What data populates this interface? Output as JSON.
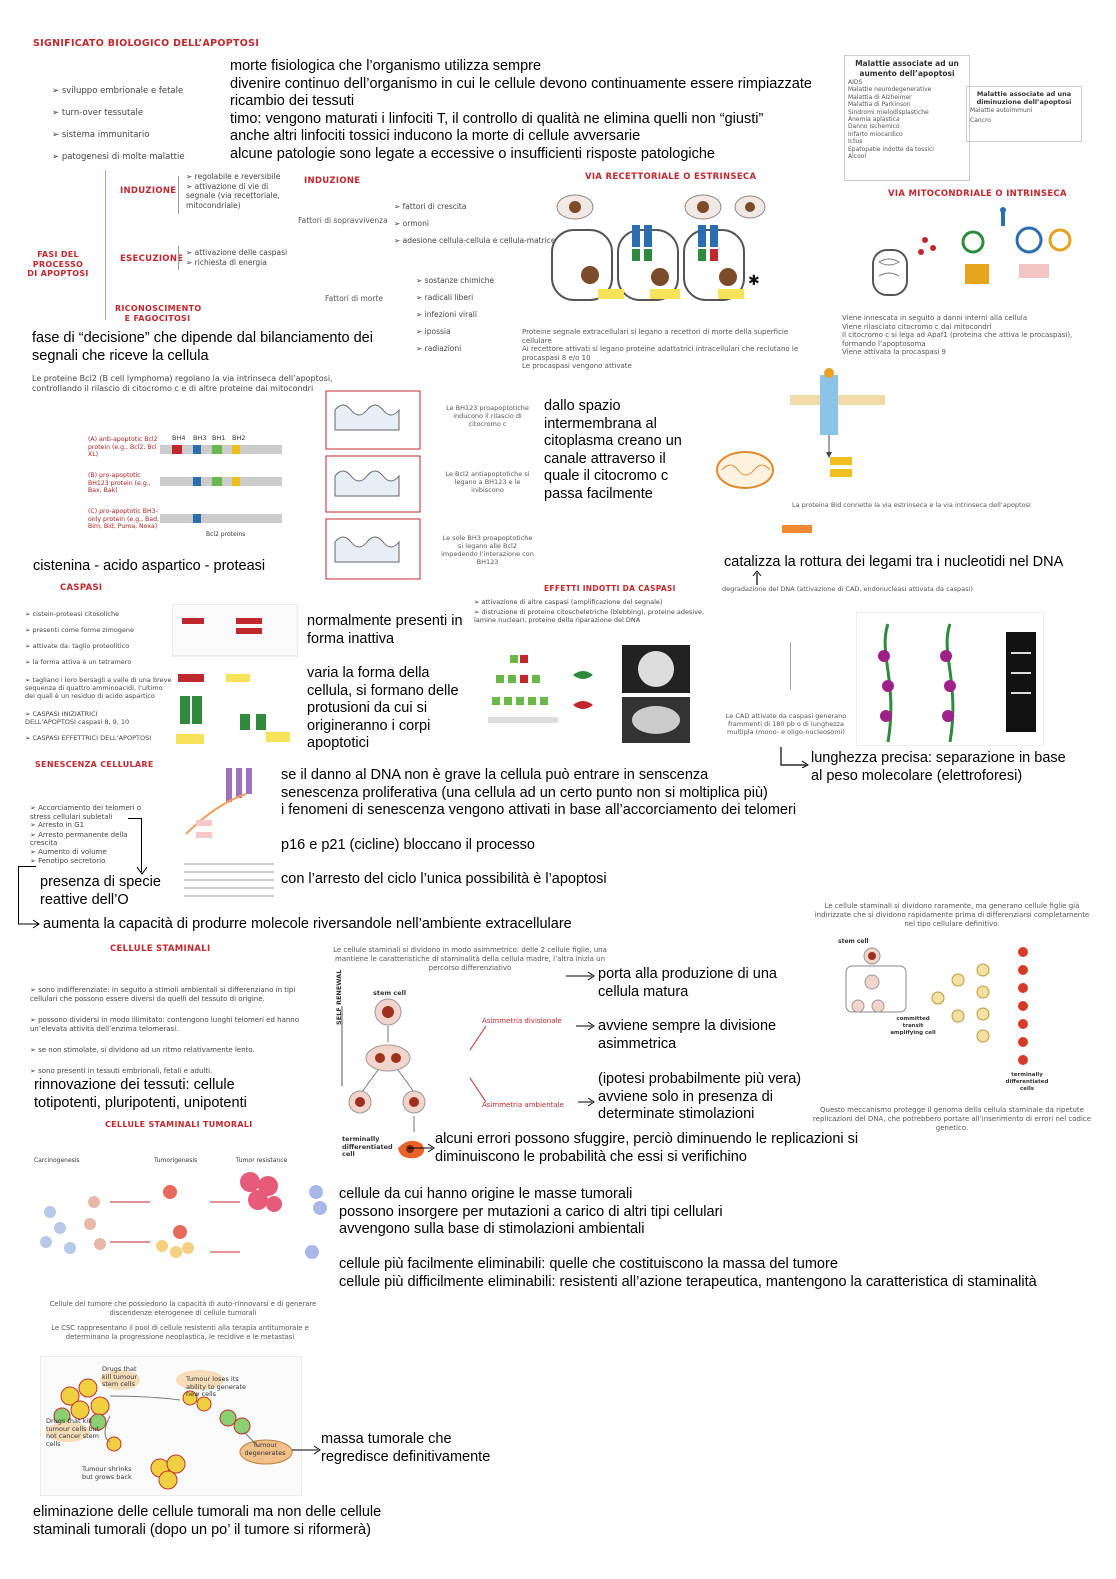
{
  "s1": {
    "title": "SIGNIFICATO BIOLOGICO DELL’APOPTOSI",
    "bullets": [
      "sviluppo embrionale e fetale",
      "turn-over tessutale",
      "sistema immunitario",
      "patogenesi di molte malattie"
    ],
    "notes": [
      "morte fisiologica che l’organismo utilizza sempre",
      "divenire continuo dell’organismo in cui le cellule devono continuamente essere rimpiazzate",
      "ricambio dei tessuti",
      "timo: vengono maturati i linfociti T, il controllo di qualità ne elimina quelli non “giusti”",
      "anche altri linfociti tossici inducono la morte di cellule avversarie",
      "alcune patologie sono legate a eccessive o insufficienti risposte patologiche"
    ],
    "box1_title": "Malattie associate ad un aumento dell’apoptosi",
    "box1_items": [
      "AIDS",
      "Malattie neurodegenerative",
      "Malattia di Alzheimer",
      "Malattia di Parkinson",
      "Sindromi mielodisplastiche",
      "Anemia aplastica",
      "Danno ischemico",
      "Infarto miocardico",
      "Ictus",
      "Epatopatie indotte da tossici",
      "Alcool"
    ],
    "box2_title": "Malattie associate ad una diminuzione dell’apoptosi",
    "box2_items": [
      "Malattie autoimmuni",
      "Cancro"
    ]
  },
  "s2": {
    "fasi": "FASI DEL PROCESSO DI APOPTOSI",
    "induzione": "INDUZIONE",
    "esecuzione": "ESECUZIONE",
    "riconoscimento": "RICONOSCIMENTO E FAGOCITOSI",
    "ind_items": [
      "regolabile e reversibile",
      "attivazione di vie di segnale (via recettoriale, mitocondriale)"
    ],
    "ese_items": [
      "attivazione delle caspasi",
      "richiesta di energia"
    ],
    "induzione2": "INDUZIONE",
    "sopravv": "Fattori di sopravvivenza",
    "sopravv_items": [
      "fattori di crescita",
      "ormoni",
      "adesione cellula-cellula e cellula-matrice"
    ],
    "morte": "Fattori di morte",
    "morte_items": [
      "sostanze chimiche",
      "radicali liberi",
      "infezioni virali",
      "ipossia",
      "radiazioni"
    ],
    "note": "fase di “decisione” che dipende dal bilanciamento dei segnali che riceve la cellula",
    "via_ext": "VIA RECETTORIALE O ESTRINSECA",
    "via_ext_text": [
      "Proteine segnale extracellulari si legano a recettori di morte della superficie cellulare",
      "Ai recettore attivati si legano proteine adattatrici intracellulari che reclutano le procaspasi 8 e/o 10",
      "Le procaspasi vengono attivate"
    ],
    "via_int": "VIA MITOCONDRIALE O INTRINSECA",
    "via_int_text": [
      "Viene innescata in seguito a danni interni alla cellula",
      "Viene rilasciato citocromo c dai mitocondri",
      "Il citocromo c si lega ad Apaf1 (proteina che attiva le procaspasi), formando l’apoptosoma",
      "Viene attivata la procaspasi 9"
    ]
  },
  "s3": {
    "bcl_text": "Le proteine Bcl2 (B cell lymphoma) regolano la via intrinseca dell’apoptosi, controllando il rilascio di citocromo c e di altre proteine dai mitocondri",
    "bh_labels": [
      "BH4",
      "BH3",
      "BH1",
      "BH2"
    ],
    "rows": [
      {
        "tag": "(A)",
        "label": "anti-apoptotic Bcl2 protein (e.g., Bcl2, Bcl XL)"
      },
      {
        "tag": "(B)",
        "label": "pro-apoptotic BH123 protein (e.g., Bax, Bak)"
      },
      {
        "tag": "(C)",
        "label": "pro-apoptotic BH3-only protein (e.g., Bad, Bim, Bid, Puma, Noxa)"
      }
    ],
    "bcl2_caption": "Bcl2 proteins",
    "mid_texts": [
      "Le BH123 proapoptotiche inducono il rilascio di citocromo c",
      "Le Bcl2 antiapoptotiche si legano a BH123 e le inibiscono",
      "Le sole BH3 proapoptotiche si legano alle Bcl2 impedendo l’interazione con BH123"
    ],
    "note": "dallo spazio intermembrana al citoplasma creano un canale attraverso il quale il citocromo c passa facilmente",
    "bcl_caption": "La proteina Bid connette la via estrinseca e la via intrinseca dell’apoptosi"
  },
  "s4": {
    "cistenina": "cistenina - acido aspartico - proteasi",
    "title": "CASPASI",
    "items": [
      "cistein-proteasi citosoliche",
      "presenti come forme zimogene",
      "attivate da: taglio proteolitico",
      "la forma attiva è un tetramero",
      "tagliano i loro bersagli a valle di una breve sequenza di quattro amminoacidi, l’ultimo dei quali è un residuo di acido aspartico",
      "CASPASI INIZIATRICI DELL’APOPTOSI caspasi 8, 9, 10",
      "CASPASI EFFETTRICI DELL’APOPTOSI"
    ],
    "notes": [
      "normalmente presenti in forma inattiva",
      "varia la forma della cellula, si formano delle protusioni da cui si origineranno i corpi apoptotici"
    ],
    "effetti": "EFFETTI INDOTTI DA CASPASI",
    "effetti_items": [
      "attivazione di altre caspasi (amplificazione del segnale)",
      "distruzione di proteine citoscheletriche (blebbing), proteine adesive, lamine nucleari, proteine della riparazione del DNA",
      "degradazione del DNA (attivazione di CAD, endonucleasi attivata da caspasi)"
    ],
    "catalizza": "catalizza la rottura dei legami tra i nucleotidi nel DNA",
    "cad_text": "Le CAD attivate da caspasi generano frammenti di 180 pb o di lunghezza multipla (mono- e oligo-nucleosomi)",
    "lunghezza": "lunghezza precisa: separazione in base al peso molecolare (elettroforesi)"
  },
  "s5": {
    "title": "SENESCENZA CELLULARE",
    "items": [
      "Accorciamento dei telomeri o stress cellulari subletali",
      "Arresto in G1",
      "Arresto permanente della crescita",
      "Aumento di volume",
      "Fenotipo secretorio"
    ],
    "notes": [
      "se il danno al DNA non è grave la cellula può entrare in senscenza",
      "senescenza proliferativa (una cellula ad un certo punto non si moltiplica più)",
      "i fenomeni di senescenza vengono attivati in base all’accorciamento dei telomeri",
      "p16 e p21 (cicline) bloccano il processo",
      "con l’arresto del ciclo l’unica possibilità è l’apoptosi"
    ],
    "presenza": "presenza di specie reattive dell’O",
    "aumenta": "aumenta la capacità di produrre molecole riversandole nell’ambiente extracellulare"
  },
  "s6": {
    "title": "CELLULE STAMINALI",
    "items": [
      "sono indifferenziate: in seguito a stimoli ambientali si differenziano in tipi cellulari che possono essere diversi da quelli del tessuto di origine.",
      "possono dividersi in modo illimitato: contengono lunghi telomeri ed hanno un’elevata attività dell’enzima telomerasi.",
      "se non stimolate, si dividono ad un ritmo relativamente lento.",
      "sono presenti in tessuti embrionali, fetali e adulti."
    ],
    "rinnovazione": "rinnovazione dei tessuti: cellule totipotenti, pluripotenti, unipotenti",
    "asym_text": "Le cellule staminali si dividono in modo asimmetrico: delle 2 cellule figlie, una mantiene le caratteristiche di staminalità della cellula madre, l’altra inizia un percorso differenziativo",
    "stem_cell": "stem cell",
    "self_renewal": "SELF RENEWAL",
    "asim_div": "Asimmetria divisionale",
    "asim_amb": "Asimmetria ambientale",
    "terminally": "terminally differentiated cell",
    "notes": [
      "porta alla produzione di una cellula matura",
      "avviene sempre la divisione asimmetrica",
      "(ipotesi probabilmente più vera) avviene solo in presenza di determinate stimolazioni",
      "alcuni errori possono sfuggire, perciò diminuendo le replicazioni si diminuiscono le probabilità che essi si verifichino"
    ],
    "right_text": "Le cellule staminali si dividono raramente, ma generano cellule figlie già indirizzate che si dividono rapidamente prima di differenziarsi completamente nel tipo cellulare definitivo.",
    "right_caption": "Questo meccanismo protegge il genoma della cellula staminale da ripetute replicazioni del DNA, che potrebbero portare all’inserimento di errori nel codice genetico.",
    "committed": "committed transit amplifying cell",
    "terminally2": "terminally differentiated cells"
  },
  "s7": {
    "title": "CELLULE STAMINALI TUMORALI",
    "fig_labels": [
      "Carcinogenesis",
      "Tumorigenesis",
      "Tumor resistance"
    ],
    "notes": [
      "cellule da cui hanno origine le masse tumorali",
      "possono insorgere per mutazioni a carico di altri tipi cellulari",
      "avvengono sulla base di stimolazioni ambientali",
      "cellule più facilmente eliminabili: quelle che costituiscono la massa del tumore",
      "cellule più difficilmente eliminabili: resistenti all’azione terapeutica, mantengono la caratteristica di staminalità"
    ],
    "captions": [
      "Cellule del tumore che possiedono la capacità di auto-rinnovarsi e di generare discendenze eterogenee di cellule tumorali",
      "Le CSC rappresentano il pool di cellule resistenti alla terapia antitumorale e determinano la progressione neoplastica, le recidive e le metastasi"
    ],
    "fig2_labels": [
      "Drugs that kill tumour stem cells",
      "Tumour loses its ability to generate new cells",
      "Drugs that kill tumour cells but not cancer stem cells",
      "Tumour shrinks but grows back",
      "Tumour degenerates"
    ],
    "massa": "massa tumorale che regredisce definitivamente",
    "elimin": "eliminazione delle cellule tumorali ma non delle cellule staminali tumorali (dopo un po’ il tumore si riformerà)"
  }
}
